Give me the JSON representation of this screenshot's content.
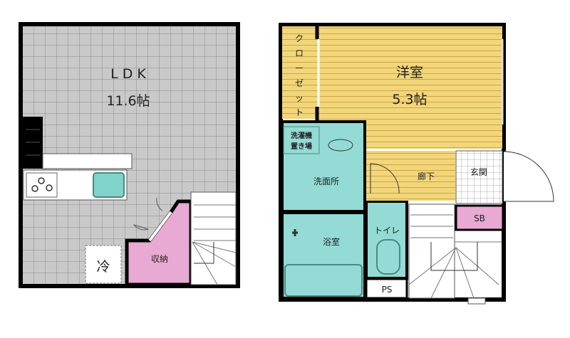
{
  "first_floor": {
    "ldk": {
      "label": "L D K",
      "size": "11.6帖"
    },
    "fridge": "冷",
    "storage": "収納"
  },
  "second_floor": {
    "closet": [
      "ク",
      "ロ",
      "ー",
      "ゼ",
      "ッ",
      "ト"
    ],
    "western_room": {
      "label": "洋室",
      "size": "5.3帖"
    },
    "washer": [
      "洗濯機",
      "置き場"
    ],
    "washroom": "洗面所",
    "bath": "浴室",
    "toilet": "トイレ",
    "hallway": "廊下",
    "entrance": "玄関",
    "shoe_box": "SB",
    "pipe_space": "PS"
  },
  "colors": {
    "floor_gray": "#c9c9c9",
    "wood": "#f3d67a",
    "wet": "#93dbd4",
    "storage": "#e8a9d2"
  }
}
